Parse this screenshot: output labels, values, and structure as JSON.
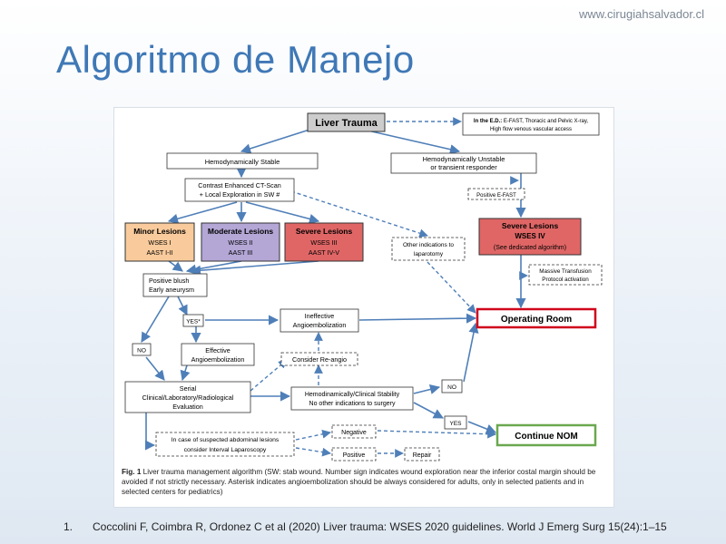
{
  "site": "www.cirugiahsalvador.cl",
  "title": "Algoritmo de Manejo",
  "colors": {
    "title": "#3f78b6",
    "arrow": "#4f7fb8",
    "minor_fill": "#f9cb9c",
    "moderate_fill": "#b4a7d6",
    "severe_fill": "#e06666",
    "header_fill": "#cccccc",
    "operating_border": "#d0021b",
    "nom_border": "#6aa84f"
  },
  "diagram": {
    "liver_trauma": "Liver Trauma",
    "ed_note_bold": "In the E.D.:",
    "ed_note_line1": " E-FAST, Thoracic and Pelvic X-ray,",
    "ed_note_line2": "High flow venous vascular access",
    "hemo_stable": "Hemodynamically Stable",
    "hemo_unstable_line1": "Hemodynamically Unstable",
    "hemo_unstable_line2": "or transient responder",
    "ct_line1": "Contrast Enhanced CT-Scan",
    "ct_line2": "+ Local Exploration in SW #",
    "positive_efast": "Positive E-FAST",
    "minor": {
      "title": "Minor Lesions",
      "line1": "WSES I",
      "line2": "AAST I-II"
    },
    "moderate": {
      "title": "Moderate Lesions",
      "line1": "WSES II",
      "line2": "AAST III"
    },
    "severe": {
      "title": "Severe Lesions",
      "line1": "WSES III",
      "line2": "AAST IV-V"
    },
    "severe_iv": {
      "title": "Severe Lesions",
      "line1": "WSES IV",
      "line2": "(See dedicated algorithm)"
    },
    "other_indications_line1": "Other indications to",
    "other_indications_line2": "laparotomy",
    "massive_line1": "Massive Transfusion",
    "massive_line2": "Protocol activation",
    "positive_blush_line1": "Positive blush",
    "positive_blush_line2": "Early aneurysm",
    "yes_star": "YES*",
    "ineffective_line1": "Ineffective",
    "ineffective_line2": "Angioembolization",
    "operating_room": "Operating Room",
    "no": "NO",
    "effective_line1": "Effective",
    "effective_line2": "Angioembolization",
    "consider_reangio": "Consider Re-angio",
    "serial_line1": "Serial",
    "serial_line2": "Clinical/Laboratory/Radiological",
    "serial_line3": "Evaluation",
    "stability_line1": "Hemodinamically/Clinical Stability",
    "stability_line2": "No other indications to surgery",
    "no2": "NO",
    "yes": "YES",
    "continue_nom": "Continue NOM",
    "laparoscopy_line1": "In case of suspected abdominal lesions",
    "laparoscopy_line2": "consider Interval Laparoscopy",
    "negative": "Negative",
    "positive": "Positive",
    "repair": "Repair"
  },
  "caption": {
    "label": "Fig. 1",
    "text": " Liver trauma management algorithm (SW: stab wound. Number sign indicates wound exploration near the inferior costal margin should be avoided if not strictly necessary. Asterisk indicates angioembolization should be always considered for adults, only in selected patients and in selected centers for pediatrics)"
  },
  "reference": {
    "number": "1.",
    "text": "Coccolini F, Coimbra R, Ordonez C et al (2020) Liver trauma: WSES 2020 guidelines. World J Emerg Surg 15(24):1–15"
  }
}
